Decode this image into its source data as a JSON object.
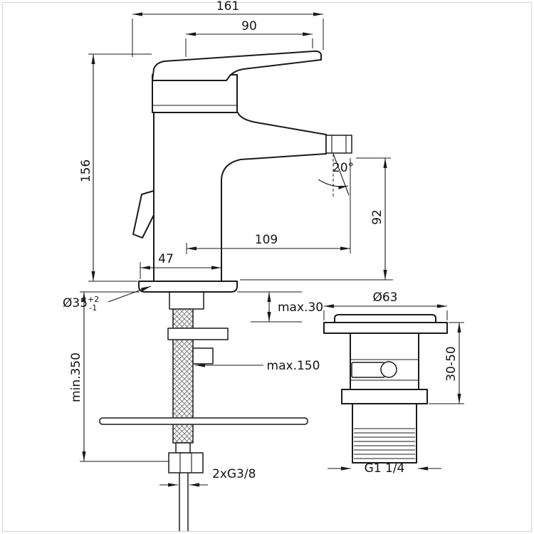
{
  "dimensions": {
    "overall_depth": "161",
    "handle_projection": "90",
    "body_height": "156",
    "spray_angle": "20°",
    "spout_height": "92",
    "spout_reach": "109",
    "base_depth": "47",
    "hole_diameter": "Ø35",
    "hole_tol_plus": "+2",
    "hole_tol_minus": "-1",
    "deck_max_thickness": "max.30",
    "waste_flange_diameter": "Ø63",
    "waste_adjust_range": "30-50",
    "rod_max": "max.150",
    "hose_min_length": "min.350",
    "supply_thread": "2xG3/8",
    "waste_thread": "G1 1/4"
  }
}
